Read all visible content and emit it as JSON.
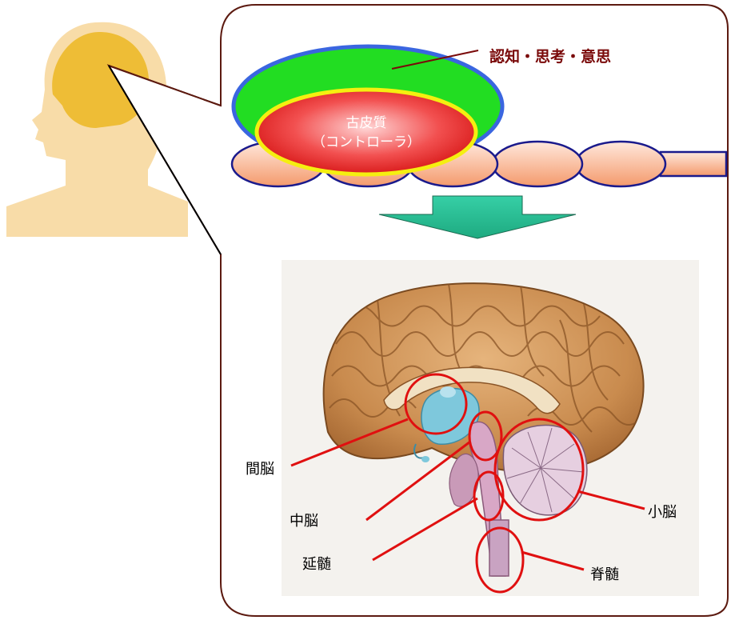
{
  "top_label": "認知・思考・意思",
  "cortex": {
    "line1": "古皮質",
    "line2": "（コントローラ）"
  },
  "brain_labels": {
    "diencephalon": "間脳",
    "midbrain": "中脳",
    "medulla": "延髄",
    "cerebellum": "小脳",
    "spinal_cord": "脊髄"
  },
  "colors": {
    "head": "#f8dca8",
    "brain_region": "#eebd36",
    "callout_border": "#5c1a10",
    "neocortex_fill": "#22dd22",
    "neocortex_border": "#3a66e0",
    "paleocortex_border": "#f5ef10",
    "chain_border": "#1a1a8c",
    "arrow": "#2ec49a",
    "highlight_ring": "#e01010"
  }
}
